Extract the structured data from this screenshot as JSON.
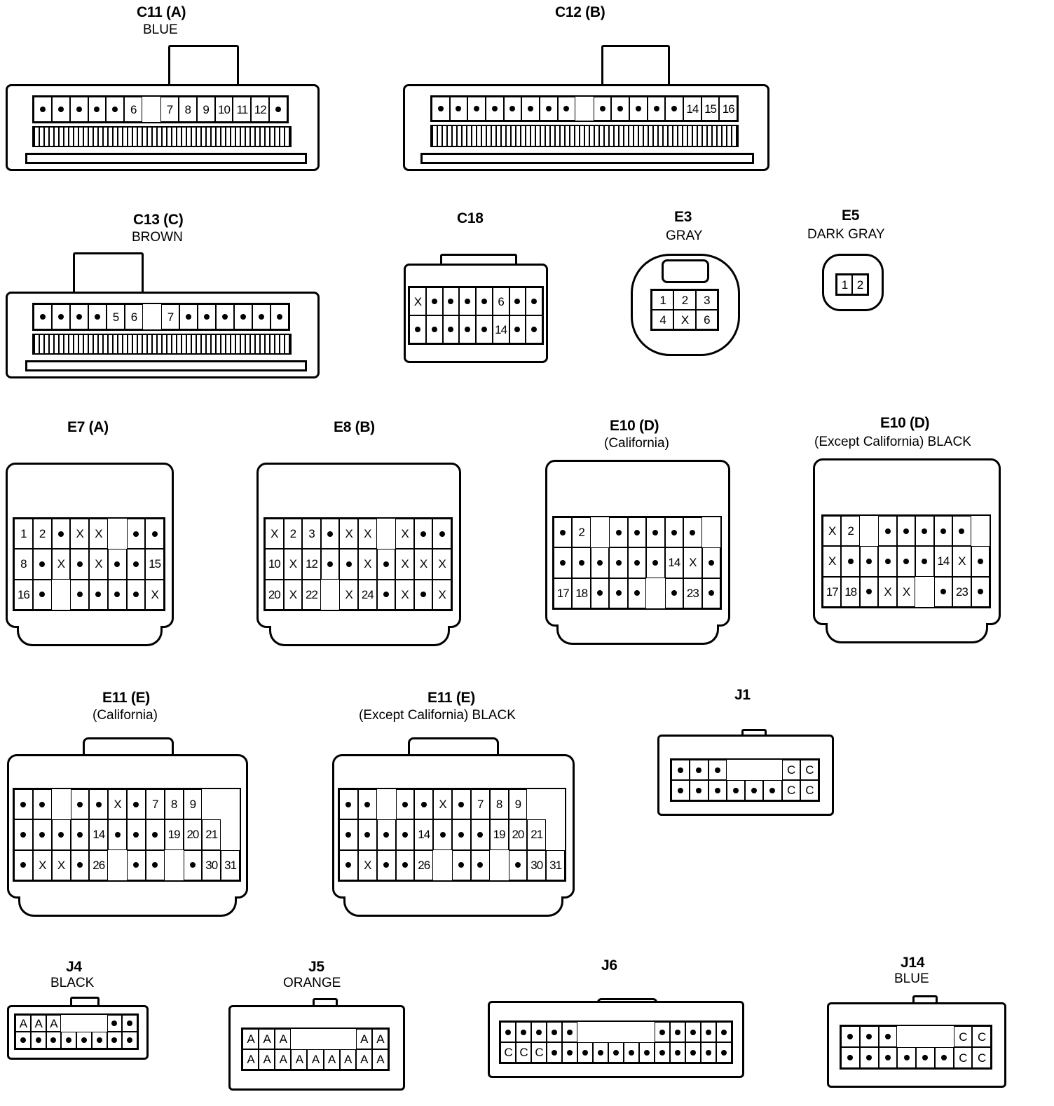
{
  "connectors": [
    {
      "id": "C11",
      "title": "C11 (A)",
      "subtitle": "BLUE",
      "rows": [
        [
          "•",
          "•",
          "•",
          "•",
          "•",
          "6",
          "",
          "7",
          "8",
          "9",
          "10",
          "11",
          "12",
          "•"
        ]
      ]
    },
    {
      "id": "C12",
      "title": "C12 (B)",
      "subtitle": "",
      "rows": [
        [
          "•",
          "•",
          "•",
          "•",
          "•",
          "•",
          "•",
          "•",
          "",
          "•",
          "•",
          "•",
          "•",
          "•",
          "14",
          "15",
          "16"
        ]
      ]
    },
    {
      "id": "C13",
      "title": "C13 (C)",
      "subtitle": "BROWN",
      "rows": [
        [
          "•",
          "•",
          "•",
          "•",
          "5",
          "6",
          "",
          "7",
          "•",
          "•",
          "•",
          "•",
          "•",
          "•"
        ]
      ]
    },
    {
      "id": "C18",
      "title": "C18",
      "subtitle": "",
      "rows": [
        [
          "X",
          "•",
          "•",
          "•",
          "•",
          "6",
          "•",
          "•"
        ],
        [
          "•",
          "•",
          "•",
          "•",
          "•",
          "14",
          "•",
          "•"
        ]
      ]
    },
    {
      "id": "E3",
      "title": "E3",
      "subtitle": "GRAY",
      "rows": [
        [
          "1",
          "2",
          "3"
        ],
        [
          "4",
          "X",
          "6"
        ]
      ]
    },
    {
      "id": "E5",
      "title": "E5",
      "subtitle": "DARK GRAY",
      "rows": [
        [
          "1",
          "2"
        ]
      ]
    },
    {
      "id": "E7",
      "title": "E7 (A)",
      "subtitle": "",
      "rows": [
        [
          "1",
          "2",
          "•",
          "X",
          "X",
          "",
          "•",
          "•"
        ],
        [
          "8",
          "•",
          "X",
          "•",
          "X",
          "•",
          "•",
          "15"
        ],
        [
          "16",
          "•",
          "",
          "•",
          "•",
          "•",
          "•",
          "X"
        ]
      ]
    },
    {
      "id": "E8",
      "title": "E8 (B)",
      "subtitle": "",
      "rows": [
        [
          "X",
          "2",
          "3",
          "•",
          "X",
          "X",
          "",
          "X",
          "•",
          "•"
        ],
        [
          "10",
          "X",
          "12",
          "•",
          "•",
          "X",
          "•",
          "X",
          "X",
          "X"
        ],
        [
          "20",
          "X",
          "22",
          "",
          "X",
          "24",
          "•",
          "X",
          "•",
          "X"
        ]
      ]
    },
    {
      "id": "E10C",
      "title": "E10 (D)",
      "subtitle": "(California)",
      "rows": [
        [
          "•",
          "2",
          "",
          "•",
          "•",
          "•",
          "•",
          "•"
        ],
        [
          "•",
          "•",
          "•",
          "•",
          "•",
          "•",
          "14",
          "X",
          "•"
        ],
        [
          "17",
          "18",
          "•",
          "•",
          "•",
          "",
          "•",
          "23",
          "•"
        ]
      ]
    },
    {
      "id": "E10X",
      "title": "E10 (D)",
      "subtitle": "(Except California)  BLACK",
      "rows": [
        [
          "X",
          "2",
          "",
          "•",
          "•",
          "•",
          "•",
          "•"
        ],
        [
          "X",
          "•",
          "•",
          "•",
          "•",
          "•",
          "14",
          "X",
          "•"
        ],
        [
          "17",
          "18",
          "•",
          "X",
          "X",
          "",
          "•",
          "23",
          "•"
        ]
      ]
    },
    {
      "id": "E11C",
      "title": "E11 (E)",
      "subtitle": "(California)",
      "rows": [
        [
          "•",
          "•",
          "",
          "•",
          "•",
          "X",
          "•",
          "7",
          "8",
          "9"
        ],
        [
          "•",
          "•",
          "•",
          "•",
          "14",
          "•",
          "•",
          "•",
          "19",
          "20",
          "21"
        ],
        [
          "•",
          "X",
          "X",
          "•",
          "26",
          "",
          "•",
          "•",
          "",
          "•",
          "30",
          "31"
        ]
      ]
    },
    {
      "id": "E11X",
      "title": "E11 (E)",
      "subtitle": "(Except California)  BLACK",
      "rows": [
        [
          "•",
          "•",
          "",
          "•",
          "•",
          "X",
          "•",
          "7",
          "8",
          "9"
        ],
        [
          "•",
          "•",
          "•",
          "•",
          "14",
          "•",
          "•",
          "•",
          "19",
          "20",
          "21"
        ],
        [
          "•",
          "X",
          "•",
          "•",
          "26",
          "",
          "•",
          "•",
          "",
          "•",
          "30",
          "31"
        ]
      ]
    },
    {
      "id": "J1",
      "title": "J1",
      "subtitle": "",
      "rows": [
        [
          "•",
          "•",
          "•",
          "",
          "",
          "",
          "C",
          "C"
        ],
        [
          "•",
          "•",
          "•",
          "•",
          "•",
          "•",
          "C",
          "C"
        ]
      ]
    },
    {
      "id": "J4",
      "title": "J4",
      "subtitle": "BLACK",
      "rows": [
        [
          "A",
          "A",
          "A",
          "",
          "",
          "",
          "•",
          "•"
        ],
        [
          "•",
          "•",
          "•",
          "•",
          "•",
          "•",
          "•",
          "•"
        ]
      ]
    },
    {
      "id": "J5",
      "title": "J5",
      "subtitle": "ORANGE",
      "rows": [
        [
          "A",
          "A",
          "A",
          "",
          "",
          "",
          "",
          "A",
          "A"
        ],
        [
          "A",
          "A",
          "A",
          "A",
          "A",
          "A",
          "A",
          "A",
          "A"
        ]
      ]
    },
    {
      "id": "J6",
      "title": "J6",
      "subtitle": "",
      "rows": [
        [
          "•",
          "•",
          "•",
          "•",
          "•",
          "",
          "",
          "",
          "",
          "",
          "•",
          "•",
          "•",
          "•",
          "•"
        ],
        [
          "C",
          "C",
          "C",
          "•",
          "•",
          "•",
          "•",
          "•",
          "•",
          "•",
          "•",
          "•",
          "•",
          "•",
          "•"
        ]
      ]
    },
    {
      "id": "J14",
      "title": "J14",
      "subtitle": "BLUE",
      "rows": [
        [
          "•",
          "•",
          "•",
          "",
          "",
          "",
          "C",
          "C"
        ],
        [
          "•",
          "•",
          "•",
          "•",
          "•",
          "•",
          "C",
          "C"
        ]
      ]
    }
  ]
}
